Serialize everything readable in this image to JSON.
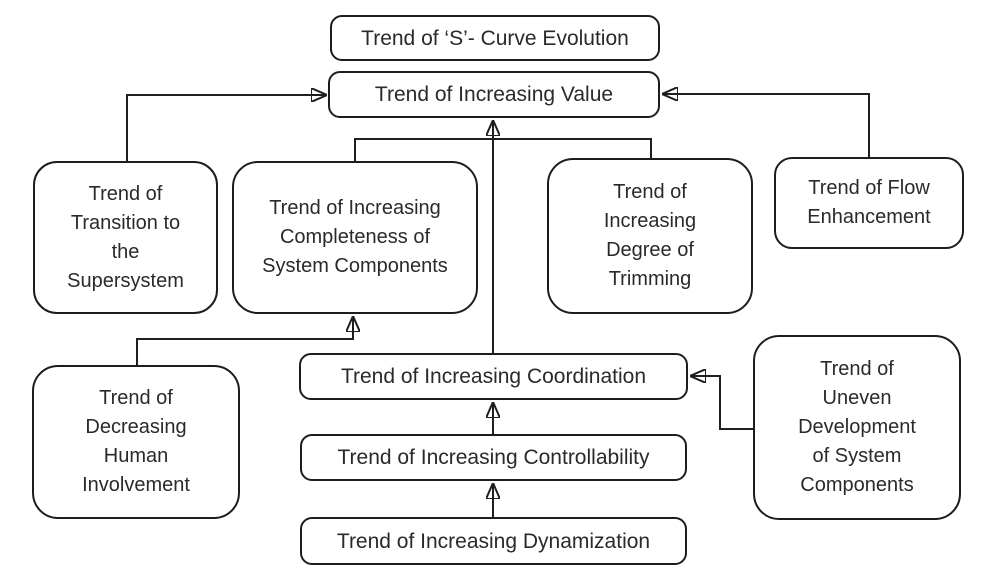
{
  "diagram": {
    "nodes": {
      "s_curve": "Trend of ‘S’- Curve Evolution",
      "value": "Trend of Increasing Value",
      "transition": "Trend of Transition to the Supersystem",
      "completeness": "Trend of Increasing Completeness of System Components",
      "trimming": "Trend of Increasing Degree of Trimming",
      "flow": "Trend of Flow Enhancement",
      "human": "Trend of Decreasing Human Involvement",
      "coordination": "Trend of Increasing Coordination",
      "uneven": "Trend of Uneven Development of System Components",
      "controllability": "Trend of Increasing Controllability",
      "dynamization": "Trend of Increasing Dynamization"
    },
    "edges": [
      {
        "from": "transition",
        "to": "value"
      },
      {
        "from": "completeness",
        "to": "value"
      },
      {
        "from": "trimming",
        "to": "value"
      },
      {
        "from": "coordination",
        "to": "value"
      },
      {
        "from": "flow",
        "to": "value"
      },
      {
        "from": "human",
        "to": "completeness"
      },
      {
        "from": "uneven",
        "to": "coordination"
      },
      {
        "from": "controllability",
        "to": "coordination"
      },
      {
        "from": "dynamization",
        "to": "controllability"
      }
    ],
    "colors": {
      "line": "#1f1f1f",
      "text": "#2a2a2a",
      "background": "#ffffff"
    }
  }
}
